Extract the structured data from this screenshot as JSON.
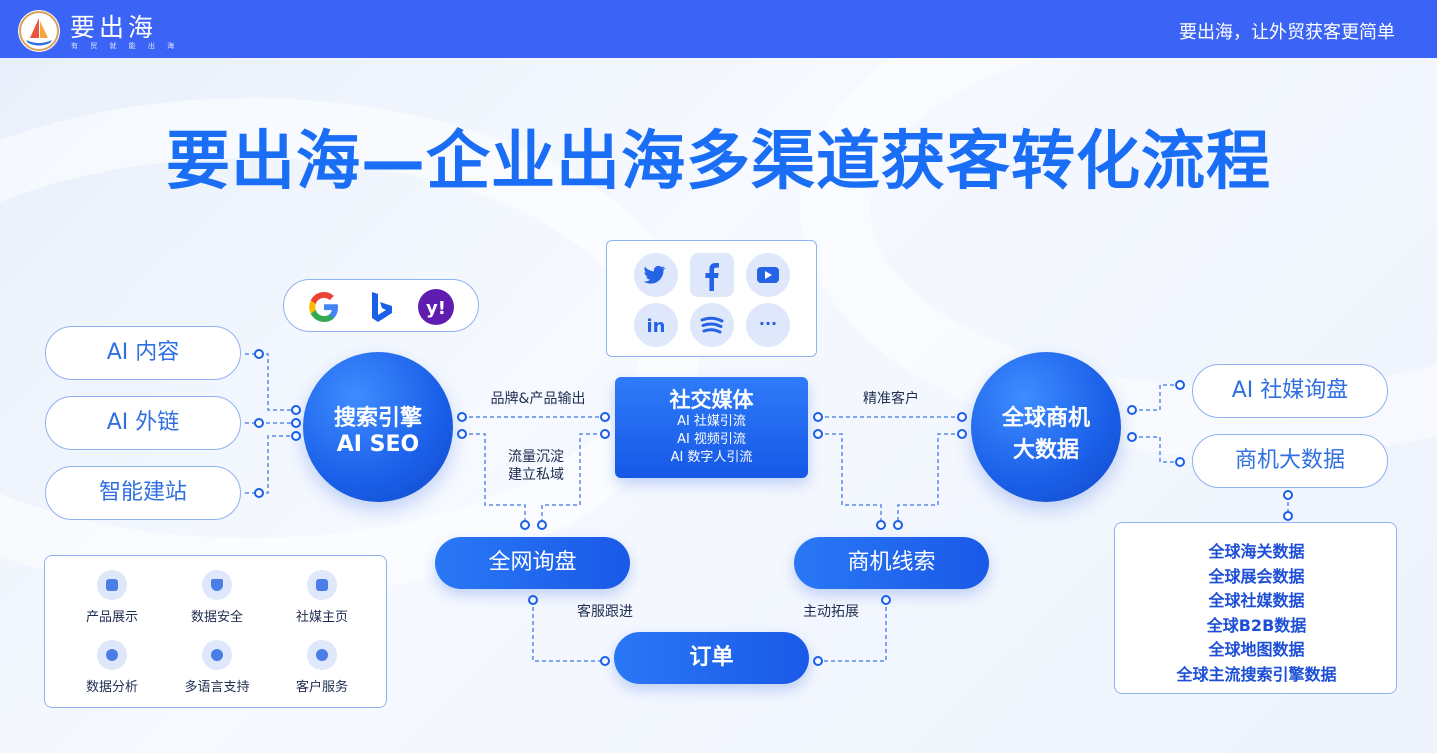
{
  "header": {
    "logo_title": "要出海",
    "logo_sub": "有 贸 就 能 出 海",
    "slogan": "要出海，让外贸获客更简单"
  },
  "title": "要出海—企业出海多渠道获客转化流程",
  "left_pills": [
    "AI 内容",
    "AI 外链",
    "智能建站"
  ],
  "search_engine": {
    "line1": "搜索引擎",
    "line2": "AI SEO"
  },
  "brand_icons": [
    "google-icon",
    "bing-icon",
    "yahoo-icon"
  ],
  "social": {
    "title": "社交媒体",
    "items": [
      "AI 社媒引流",
      "AI 视频引流",
      "AI 数字人引流"
    ],
    "icons": [
      "twitter-icon",
      "facebook-icon",
      "youtube-icon",
      "linkedin-icon",
      "spotify-icon",
      "more-icon"
    ],
    "more_glyph": "···"
  },
  "bigdata": {
    "line1": "全球商机",
    "line2": "大数据"
  },
  "right_pills": [
    "AI 社媒询盘",
    "商机大数据"
  ],
  "inquiry": "全网询盘",
  "leads": "商机线索",
  "order": "订单",
  "flow_labels": {
    "brand_output": "品牌&产品输出",
    "traffic1": "流量沉淀",
    "traffic2": "建立私域",
    "precise": "精准客户",
    "service": "客服跟进",
    "expand": "主动拓展"
  },
  "features": [
    "产品展示",
    "数据安全",
    "社媒主页",
    "数据分析",
    "多语言支持",
    "客户服务"
  ],
  "data_items": [
    "全球海关数据",
    "全球展会数据",
    "全球社媒数据",
    "全球B2B数据",
    "全球地图数据",
    "全球主流搜索引擎数据"
  ],
  "colors": {
    "brand_blue": "#3b63f5",
    "title_blue": "#1a6ef5",
    "node_blue": "#1a5fe8"
  }
}
